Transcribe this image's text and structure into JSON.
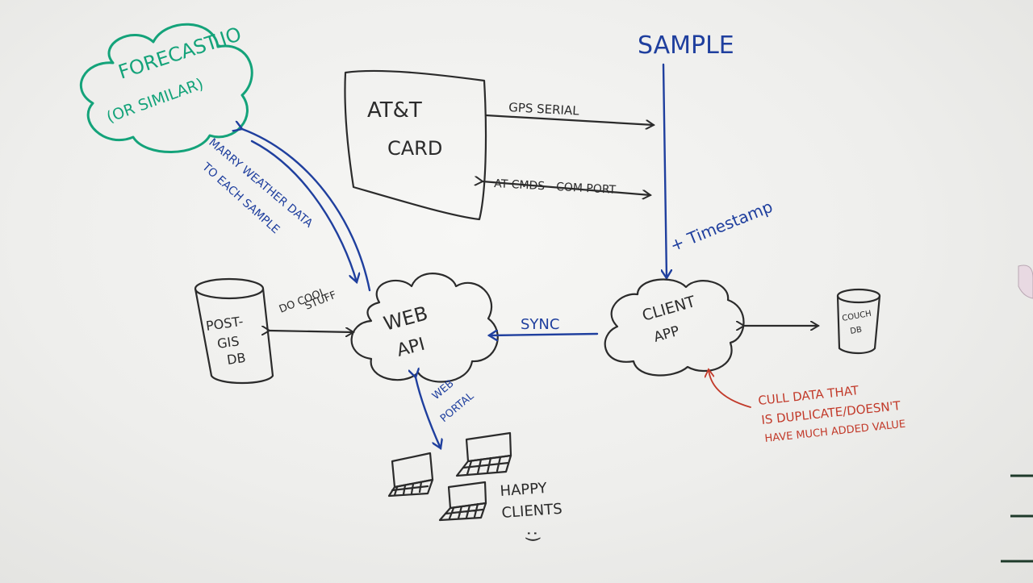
{
  "diagram": {
    "colors": {
      "marker_black": "#2b2b2b",
      "marker_blue": "#1f3f9e",
      "marker_green": "#14a37a",
      "marker_red": "#c23a2a",
      "board": "#eeeeec"
    },
    "nodes": {
      "forecast_line1": "FORECAST.IO",
      "forecast_line2": "(OR SIMILAR)",
      "att_line1": "AT&T",
      "att_line2": "CARD",
      "sample": "SAMPLE",
      "postgis_line1": "POST-",
      "postgis_line2": "GIS",
      "postgis_line3": "DB",
      "webapi_line1": "WEB",
      "webapi_line2": "API",
      "clientapp_line1": "CLIENT",
      "clientapp_line2": "APP",
      "couchdb_line1": "COUCH",
      "couchdb_line2": "DB",
      "happy_line1": "HAPPY",
      "happy_line2": "CLIENTS",
      "smiley": ":)"
    },
    "edges": {
      "gps_serial": "GPS SERIAL",
      "at_cmds": "AT CMDS - COM PORT",
      "timestamp": "+ Timestamp",
      "sync": "SYNC",
      "marry_line1": "MARRY WEATHER DATA",
      "marry_line2": "TO EACH SAMPLE",
      "do_cool_line1": "DO COOL",
      "do_cool_line2": "STUFF",
      "web_portal_line1": "WEB",
      "web_portal_line2": "PORTAL"
    },
    "notes": {
      "cull_line1": "CULL DATA THAT",
      "cull_line2": "IS DUPLICATE/DOESN'T",
      "cull_line3": "HAVE MUCH ADDED VALUE"
    }
  }
}
